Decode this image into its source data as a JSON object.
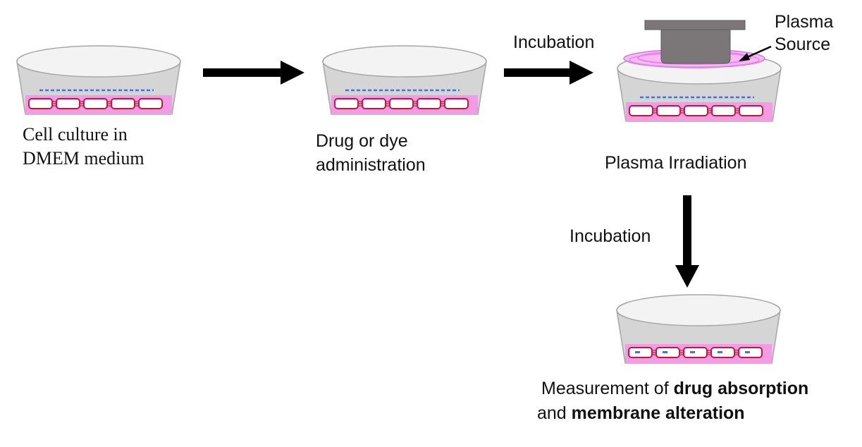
{
  "colors": {
    "dish_body": "#d5d5d5",
    "dish_rim": "#f3f3f3",
    "dish_outline": "#a6a6a6",
    "medium": "#f39ce6",
    "cell_outline": "#c2183c",
    "dye_dash": "#4a72d4",
    "arrow": "#000000",
    "plasma_source": "#7b7778",
    "plasma_glow": "#ef7ff0"
  },
  "icons": {
    "arrow": "arrow-icon",
    "dish": "petri-dish-icon",
    "plasma_source": "plasma-source-icon"
  },
  "steps": {
    "culture": {
      "line1": "Cell culture  in",
      "line2": "DMEM medium"
    },
    "drug": {
      "line1": "Drug or dye",
      "line2": "administration"
    },
    "plasma": {
      "label": "Plasma Irradiation",
      "source_line1": "Plasma",
      "source_line2": "Source"
    },
    "incubation_1": "Incubation",
    "incubation_2": "Incubation",
    "measure": {
      "line1_pre": "Measurement of ",
      "line1_bold": "drug absorption",
      "line2_pre": "and ",
      "line2_bold": "membrane alteration"
    }
  }
}
